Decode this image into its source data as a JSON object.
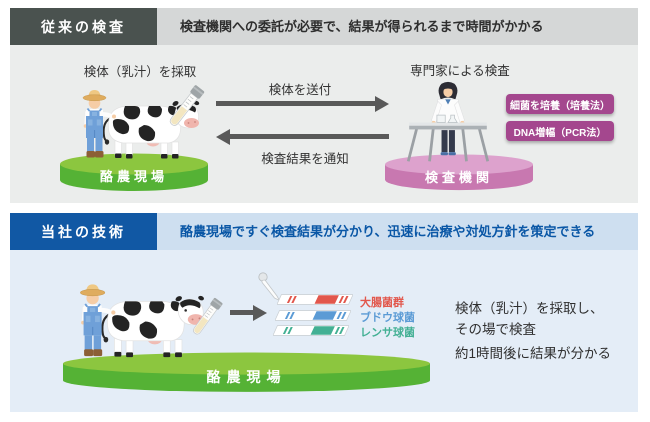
{
  "traditional": {
    "tag": "従来の検査",
    "headline": "検査機関への委託が必要で、結果が得られるまで時間がかかる",
    "collect_caption": "検体（乳汁）を採取",
    "expert_caption": "専門家による検査",
    "send_label": "検体を送付",
    "notify_label": "検査結果を通知",
    "farm_platform_label": "酪農現場",
    "lab_platform_label": "検査機関",
    "badges": [
      {
        "label": "細菌を培養（培養法）"
      },
      {
        "label": "DNA増幅（PCR法）"
      }
    ]
  },
  "company": {
    "tag": "当社の技術",
    "headline": "酪農現場ですぐ検査結果が分かり、迅速に治療や対処方針を策定できる",
    "farm_platform_label": "酪農現場",
    "strips": [
      {
        "label": "大腸菌群",
        "color": "#E2574C"
      },
      {
        "label": "ブドウ球菌",
        "color": "#5B9BD5"
      },
      {
        "label": "レンサ球菌",
        "color": "#43B094"
      }
    ],
    "notes": {
      "line1": "検体（乳汁）を採取し、",
      "line2": "その場で検査",
      "line3": "約1時間後に結果が分かる"
    }
  },
  "colors": {
    "traditional_tag_bg": "#4A524F",
    "traditional_bar_bg": "#D5D7D7",
    "traditional_body_bg": "#EBEDEC",
    "traditional_headline_text": "#2E2E2E",
    "company_tag_bg": "#1158A4",
    "company_bar_bg": "#CEDFF0",
    "company_headline_text": "#0A57A6",
    "company_body_bg": "#E4EDF7",
    "farm_platform_light": "#8CC63F",
    "farm_platform_dark": "#55B235",
    "lab_platform_light": "#DDA2CD",
    "lab_platform_dark": "#C878B0",
    "badge_bg": "#A4478E",
    "arrow": "#595959"
  }
}
